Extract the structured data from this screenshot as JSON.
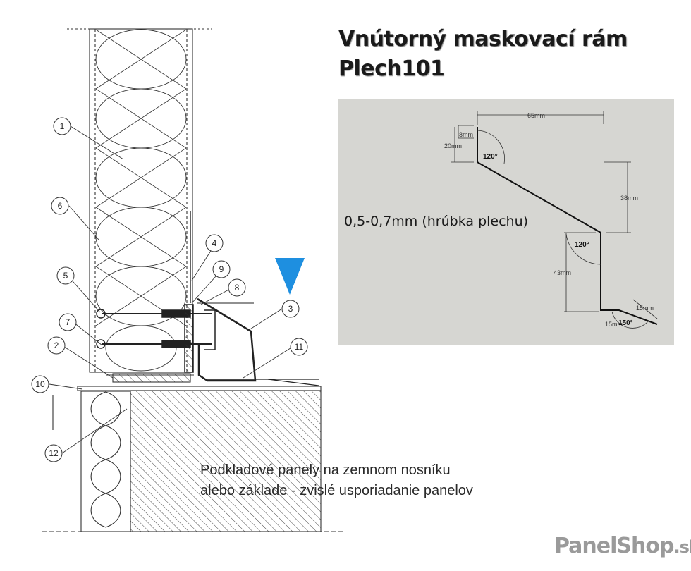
{
  "title": {
    "line1": "Vnútorný maskovací rám",
    "line2": "Plech101"
  },
  "profile": {
    "thickness_label": "0,5-0,7mm (hrúbka plechu)",
    "dimensions": [
      "65mm",
      "8mm",
      "20mm",
      "38mm",
      "43mm",
      "15mm",
      "15mm"
    ],
    "angles": [
      "120°",
      "120°",
      "150°"
    ]
  },
  "section": {
    "callouts": [
      "1",
      "2",
      "3",
      "4",
      "5",
      "6",
      "7",
      "8",
      "9",
      "10",
      "11",
      "12"
    ]
  },
  "caption": {
    "line1": "Podkladové panely na zemnom nosníku",
    "line2": "alebo základe - zvislé usporiadanie panelov"
  },
  "brand": {
    "name": "PanelShop",
    "tld": ".sk"
  },
  "colors": {
    "marker": "#1e8fe0",
    "panel_bg": "#d6d6d2"
  }
}
